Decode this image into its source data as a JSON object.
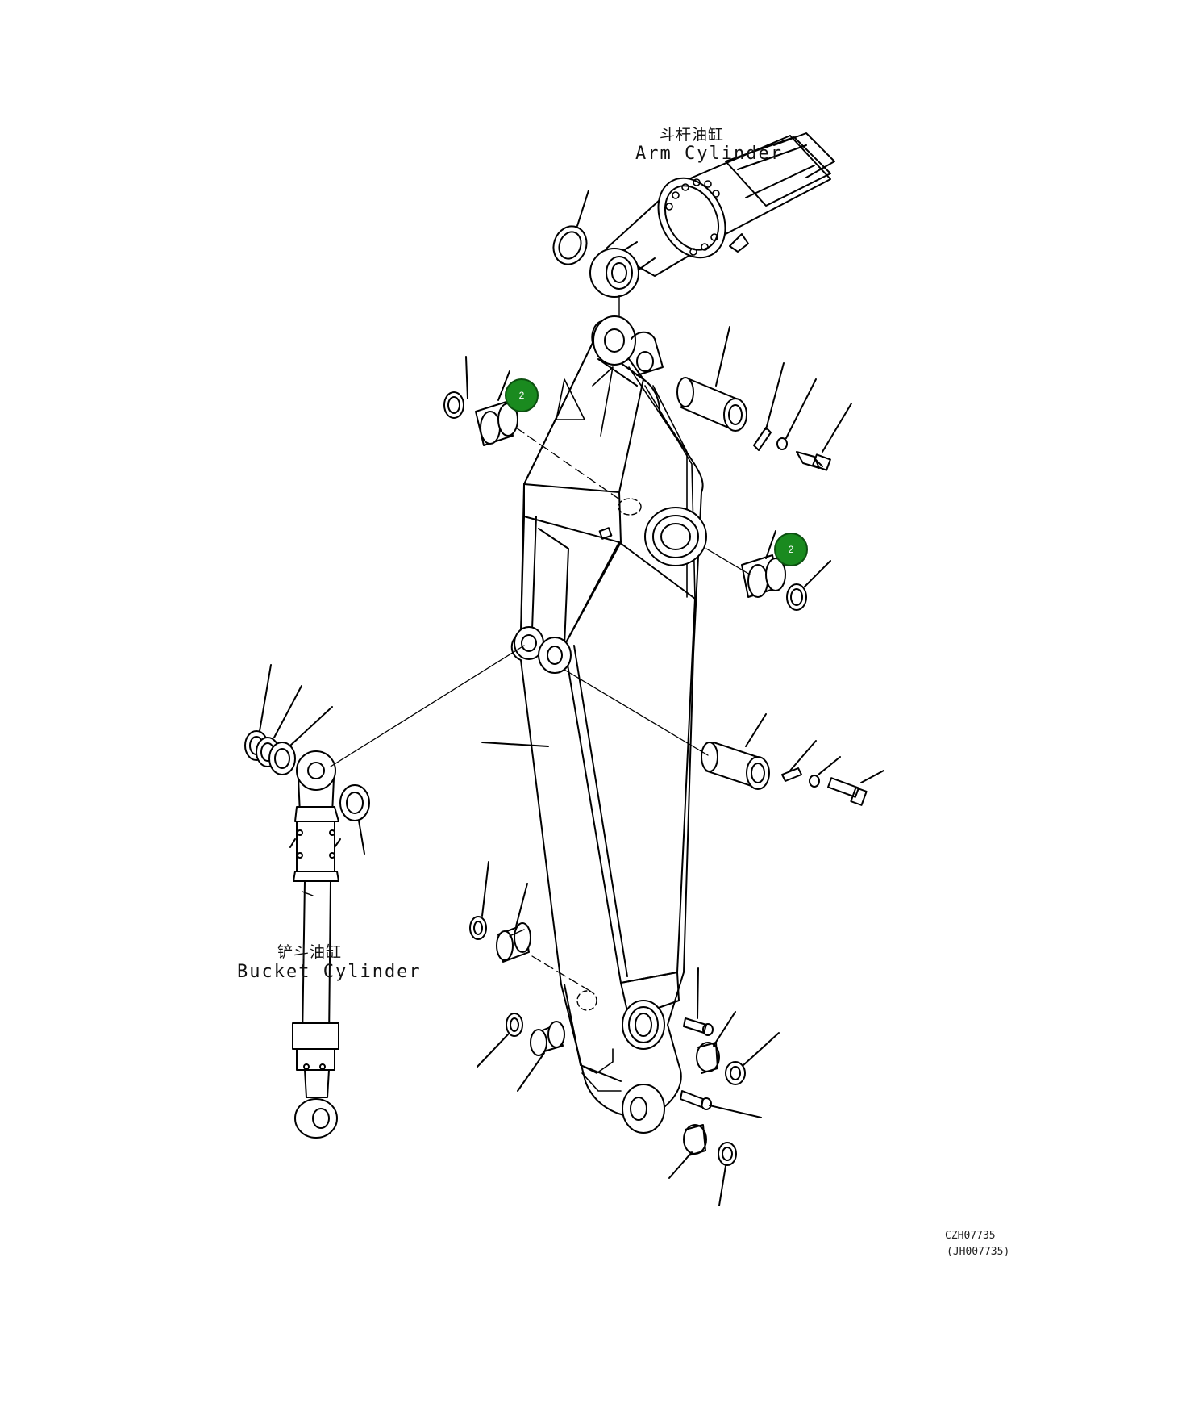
{
  "labels": {
    "arm_cylinder_cn": "斗杆油缸",
    "arm_cylinder_en": "Arm Cylinder",
    "bucket_cylinder_cn": "铲斗油缸",
    "bucket_cylinder_en": "Bucket Cylinder"
  },
  "callouts": [
    "2",
    "2"
  ],
  "drawing_codes": {
    "primary": "CZH07735",
    "secondary": "(JH007735)"
  },
  "colors": {
    "callout_fill": "#1a8a1f",
    "line": "#000000",
    "background": "#ffffff"
  }
}
